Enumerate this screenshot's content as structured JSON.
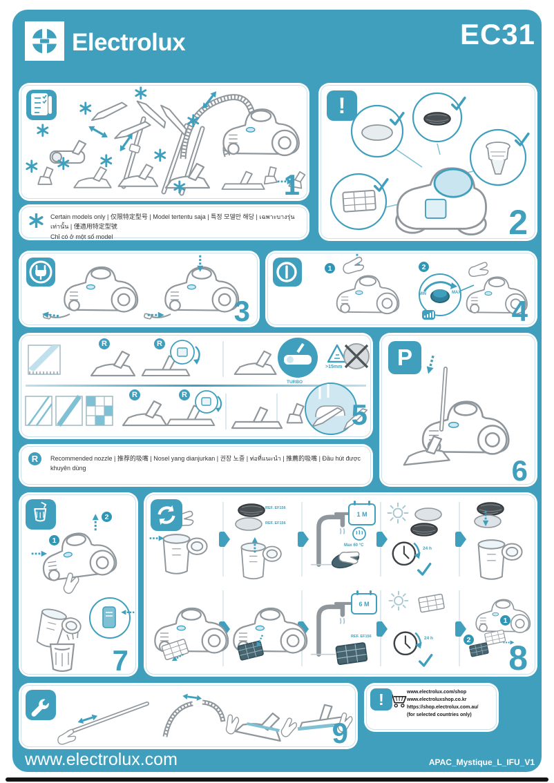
{
  "header": {
    "brand": "Electrolux",
    "model": "EC31"
  },
  "footer": {
    "website": "www.electrolux.com",
    "doc_ref": "APAC_Mystique_L_IFU_V1"
  },
  "panels": {
    "p1": {
      "number": "1"
    },
    "p2": {
      "number": "2"
    },
    "p3": {
      "number": "3"
    },
    "p4": {
      "number": "4",
      "step1": "1",
      "step2": "2",
      "dial_min": "MIN",
      "dial_max": "MAX"
    },
    "p5": {
      "number": "5",
      "r": "R",
      "turbo": "TURBO",
      "clearance": ">15mm"
    },
    "p6": {
      "number": "6",
      "parking": "P"
    },
    "p7": {
      "number": "7",
      "step1": "1",
      "step2": "2"
    },
    "p8": {
      "number": "8",
      "ref": "REF. EF156",
      "interval_dust": "1 M",
      "max_temp": "Max 60 °C",
      "dry_time": "24 h",
      "interval_exhaust": "6 M",
      "step1": "1",
      "step2": "2"
    },
    "p9": {
      "number": "9"
    }
  },
  "notes": {
    "models": {
      "line1": "Certain models only | 仅限特定型号 | Model tertentu saja | 특정 모델만 해당 | เฉพาะบางรุ่นเท่านั้น | 僅適用特定型號",
      "line2": "Chỉ có ở một số model"
    },
    "nozzle": {
      "badge": "R",
      "text": "Recommended nozzle | 推荐的吸嘴 | Nosel yang dianjurkan | 권장 노즐 | ท่อที่แนะนำ | 推薦的吸嘴 | Đầu hút được khuyên dùng"
    }
  },
  "shop": {
    "alert": "!",
    "lines": [
      "www.electrolux.com/shop",
      "www.electroluxshop.co.kr",
      "https://shop.electrolux.com.au/",
      "(for selected countries only)"
    ]
  },
  "icons": {
    "exclaim": "!"
  },
  "colors": {
    "accent_teal": "#3f9fbd",
    "dark_filter": "#4a5054",
    "line_art": "#8f979c"
  }
}
